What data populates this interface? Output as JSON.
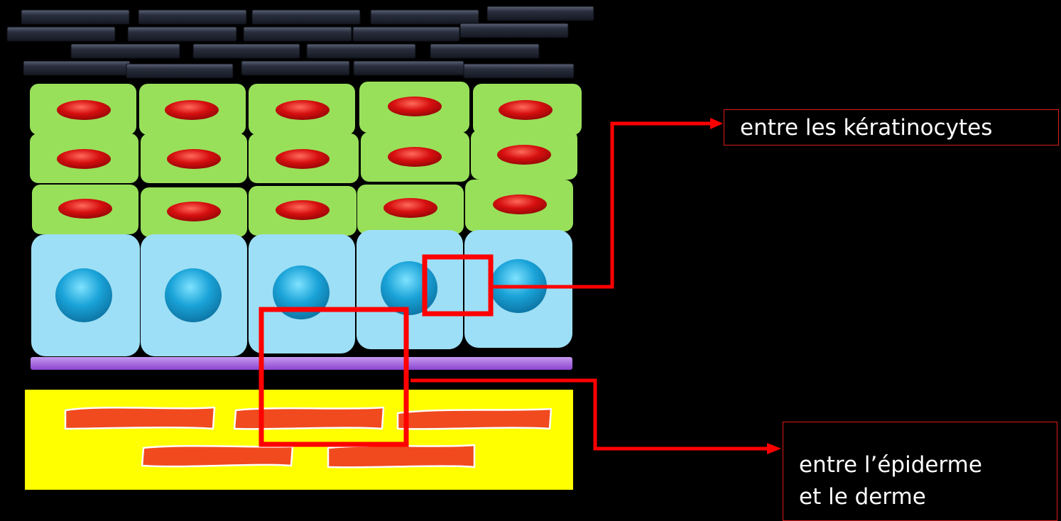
{
  "labels": {
    "top": "entre les kératinocytes",
    "bottom_line1": "entre l’épiderme",
    "bottom_line2": "et le derme"
  },
  "colors": {
    "background": "#000000",
    "corneocyte": "#2a2f3e",
    "granular_cell": "#98e05a",
    "granular_nucleus": "#d60f0f",
    "basal_cell": "#9ddff6",
    "basal_nucleus": "#1aa3d8",
    "basement_membrane": "#a25ee0",
    "dermis": "#ffff00",
    "fiber": "#f04a1e",
    "highlight": "#ff0000"
  },
  "icons": {
    "arrow_top": "arrow-right-icon",
    "arrow_bottom": "arrow-right-icon"
  }
}
